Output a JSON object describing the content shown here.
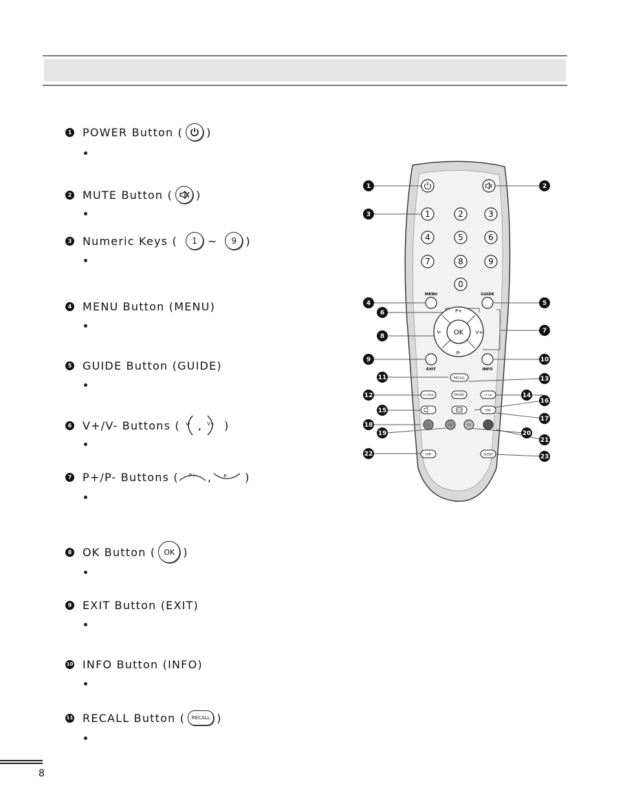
{
  "items": [
    {
      "n": "1",
      "title": "POWER Button (",
      "close": ")",
      "icon": "power-icon"
    },
    {
      "n": "2",
      "title": "MUTE Button (",
      "close": ")",
      "icon": "mute-icon"
    },
    {
      "n": "3",
      "title": "Numeric Keys (",
      "key_from": "1",
      "tilde": "~",
      "key_to": "9",
      "close": ")"
    },
    {
      "n": "4",
      "title": "MENU Button (MENU)"
    },
    {
      "n": "5",
      "title": "GUIDE Button (GUIDE)"
    },
    {
      "n": "6",
      "title": "V+/V- Buttons (",
      "key_a": "V-",
      "sep": ",",
      "key_b": "V+",
      "close": ")"
    },
    {
      "n": "7",
      "title": "P+/P- Buttons (",
      "key_a": "P+",
      "sep": ",",
      "key_b": "P-",
      "close": ")"
    },
    {
      "n": "8",
      "title": "OK Button (",
      "key": "OK",
      "close": ")"
    },
    {
      "n": "9",
      "title": "EXIT Button (EXIT)"
    },
    {
      "n": "10",
      "title": "INFO Button (INFO)"
    },
    {
      "n": "11",
      "title": "RECALL Button (",
      "key": "RECALL",
      "close": ")"
    }
  ],
  "page_number": "8",
  "remote": {
    "digits": [
      "1",
      "2",
      "3",
      "4",
      "5",
      "6",
      "7",
      "8",
      "9",
      "0"
    ],
    "menu": "MENU",
    "guide": "GUIDE",
    "p_plus": "P+",
    "p_minus": "P-",
    "v_minus": "V-",
    "v_plus": "V+",
    "ok": "OK",
    "exit": "EXIT",
    "info": "INFO",
    "recall": "RECALL",
    "tv_mode": "TV MODE",
    "pause": "PAUSE",
    "tv_sat": "TV SAT",
    "fav": "FAV",
    "f1": "F1",
    "f2": "F2",
    "f3": "F3",
    "uhf": "UHF",
    "sleep": "SLEEP",
    "callouts": [
      "1",
      "2",
      "3",
      "4",
      "5",
      "6",
      "7",
      "8",
      "9",
      "10",
      "11",
      "12",
      "13",
      "14",
      "15",
      "16",
      "17",
      "18",
      "19",
      "20",
      "21",
      "22",
      "23"
    ]
  }
}
